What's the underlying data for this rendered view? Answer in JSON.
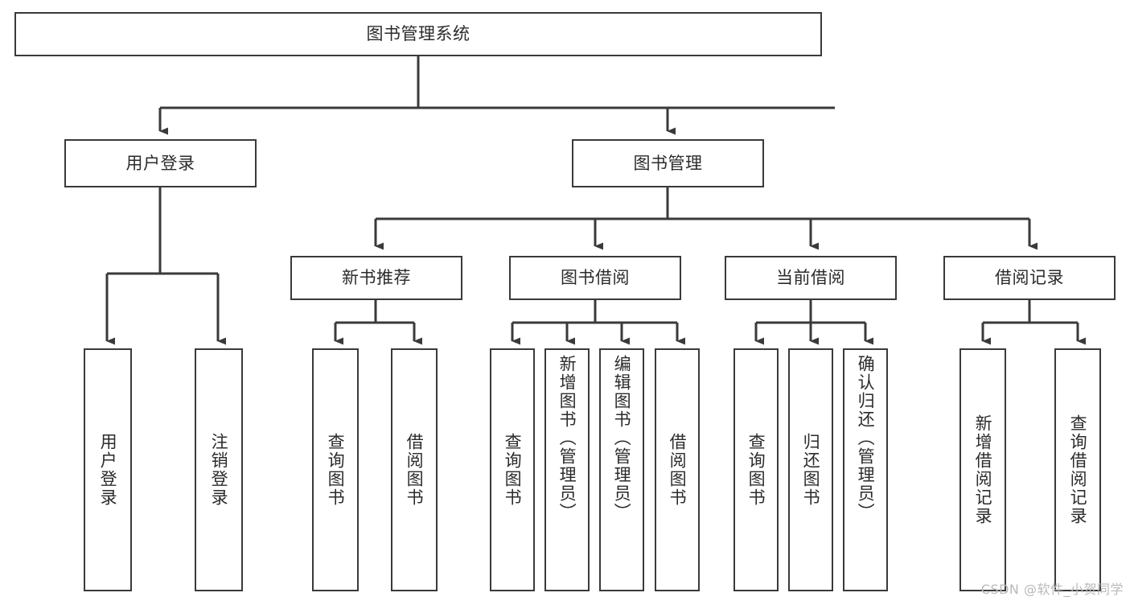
{
  "diagram": {
    "title": "图书管理系统",
    "type": "tree",
    "colors": {
      "background": "#ffffff",
      "box_border": "#3a3a3a",
      "box_fill": "#ffffff",
      "text": "#2b2b2b",
      "connector": "#3a3a3a",
      "watermark": "#b9b9b9"
    },
    "root": {
      "label": "图书管理系统"
    },
    "level1": [
      {
        "label": "用户登录"
      },
      {
        "label": "图书管理"
      }
    ],
    "level2": [
      {
        "label": "新书推荐"
      },
      {
        "label": "图书借阅"
      },
      {
        "label": "当前借阅"
      },
      {
        "label": "借阅记录"
      }
    ],
    "leaves": {
      "user_login": [
        {
          "label": "用户登录"
        },
        {
          "label": "注销登录"
        }
      ],
      "new_book": [
        {
          "label": "查询图书"
        },
        {
          "label": "借阅图书"
        }
      ],
      "book_borrow": [
        {
          "label": "查询图书"
        },
        {
          "label": "新增图书（管理员）"
        },
        {
          "label": "编辑图书（管理员）"
        },
        {
          "label": "借阅图书"
        }
      ],
      "current_borrow": [
        {
          "label": "查询图书"
        },
        {
          "label": "归还图书"
        },
        {
          "label": "确认归还（管理员）"
        }
      ],
      "borrow_record": [
        {
          "label": "新增借阅记录"
        },
        {
          "label": "查询借阅记录"
        }
      ]
    }
  },
  "watermark": {
    "text": "CSDN @软件_小贺同学"
  }
}
